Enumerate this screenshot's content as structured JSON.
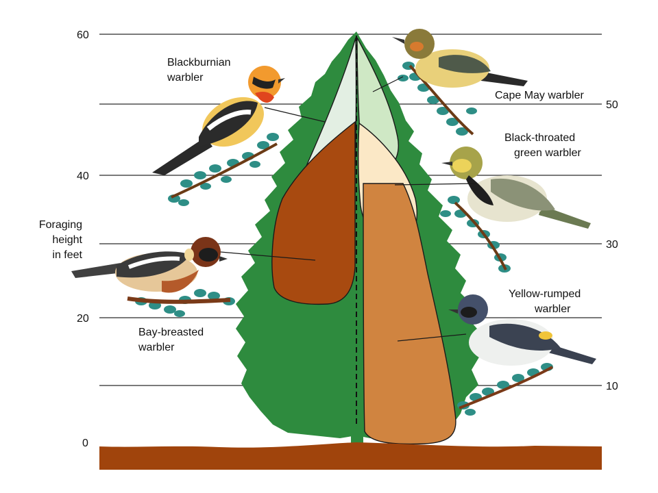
{
  "axis": {
    "label_lines": [
      "Foraging",
      "height",
      "in feet"
    ],
    "ticks_left": [
      "60",
      "40",
      "20",
      "0"
    ],
    "ticks_right": [
      "50",
      "30",
      "10"
    ]
  },
  "species": [
    {
      "name_lines": [
        "Blackburnian",
        "warbler"
      ]
    },
    {
      "name_lines": [
        "Cape May warbler"
      ]
    },
    {
      "name_lines": [
        "Black-throated",
        "green warbler"
      ]
    },
    {
      "name_lines": [
        "Bay-breasted",
        "warbler"
      ]
    },
    {
      "name_lines": [
        "Yellow-rumped",
        "warbler"
      ]
    }
  ],
  "colors": {
    "tree": "#2e8b3e",
    "ground": "#a0440c",
    "zone_blackburnian": "#e3efe3",
    "zone_capemay": "#cfe8c5",
    "zone_btgreen": "#fbe8c6",
    "zone_baybreasted": "#a84a10",
    "zone_yellowrumped": "#d08440",
    "foliage": "#2e8e86"
  }
}
